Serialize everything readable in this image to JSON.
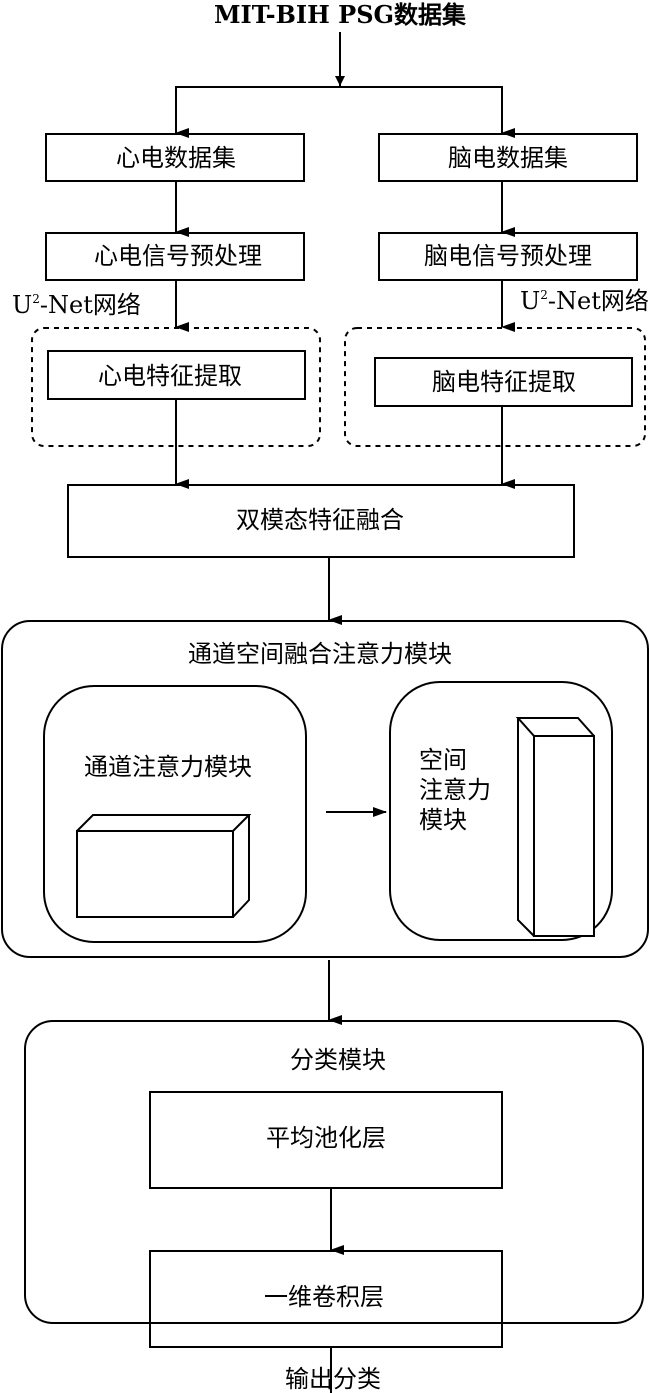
{
  "diagram": {
    "title": "MIT-BIH PSG数据集",
    "branches": {
      "ecg": {
        "dataset": "心电数据集",
        "preprocess": "心电信号预处理",
        "network_prefix": "U",
        "network_sup": "2",
        "network_suffix": "-Net网络",
        "feature": "心电特征提取"
      },
      "eeg": {
        "dataset": "脑电数据集",
        "preprocess": "脑电信号预处理",
        "network_prefix": "U",
        "network_sup": "2",
        "network_suffix": "-Net网络",
        "feature": "脑电特征提取"
      }
    },
    "fusion": "双模态特征融合",
    "attention_module": {
      "title": "通道空间融合注意力模块",
      "channel": "通道注意力模块",
      "spatial_lines": [
        "空间",
        "注意力",
        "模块"
      ]
    },
    "classification_module": {
      "title": "分类模块",
      "pooling": "平均池化层",
      "conv": "一维卷积层"
    },
    "output": "输出分类"
  }
}
